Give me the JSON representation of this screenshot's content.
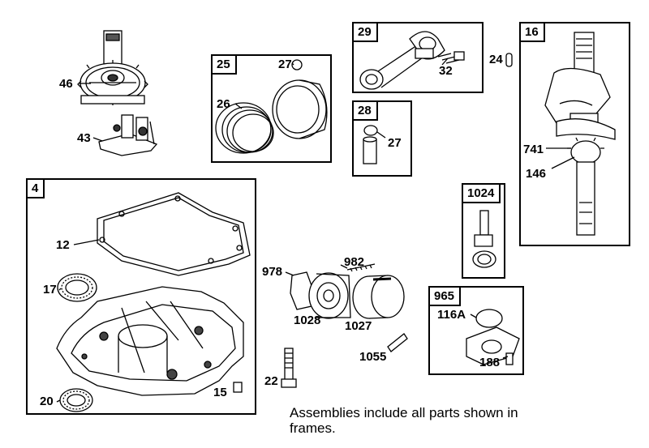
{
  "frames": {
    "f25": "25",
    "f29": "29",
    "f28": "28",
    "f16": "16",
    "f4": "4",
    "f1024": "1024",
    "f965": "965"
  },
  "labels": {
    "p46": "46",
    "p43": "43",
    "p27a": "27",
    "p26": "26",
    "p32": "32",
    "p24": "24",
    "p27b": "27",
    "p741": "741",
    "p146": "146",
    "p12": "12",
    "p17": "17",
    "p20": "20",
    "p15": "15",
    "p22": "22",
    "p978": "978",
    "p982": "982",
    "p1028": "1028",
    "p1027": "1027",
    "p1055": "1055",
    "p116A": "116A",
    "p188": "188"
  },
  "note": "Assemblies include all parts shown in frames."
}
